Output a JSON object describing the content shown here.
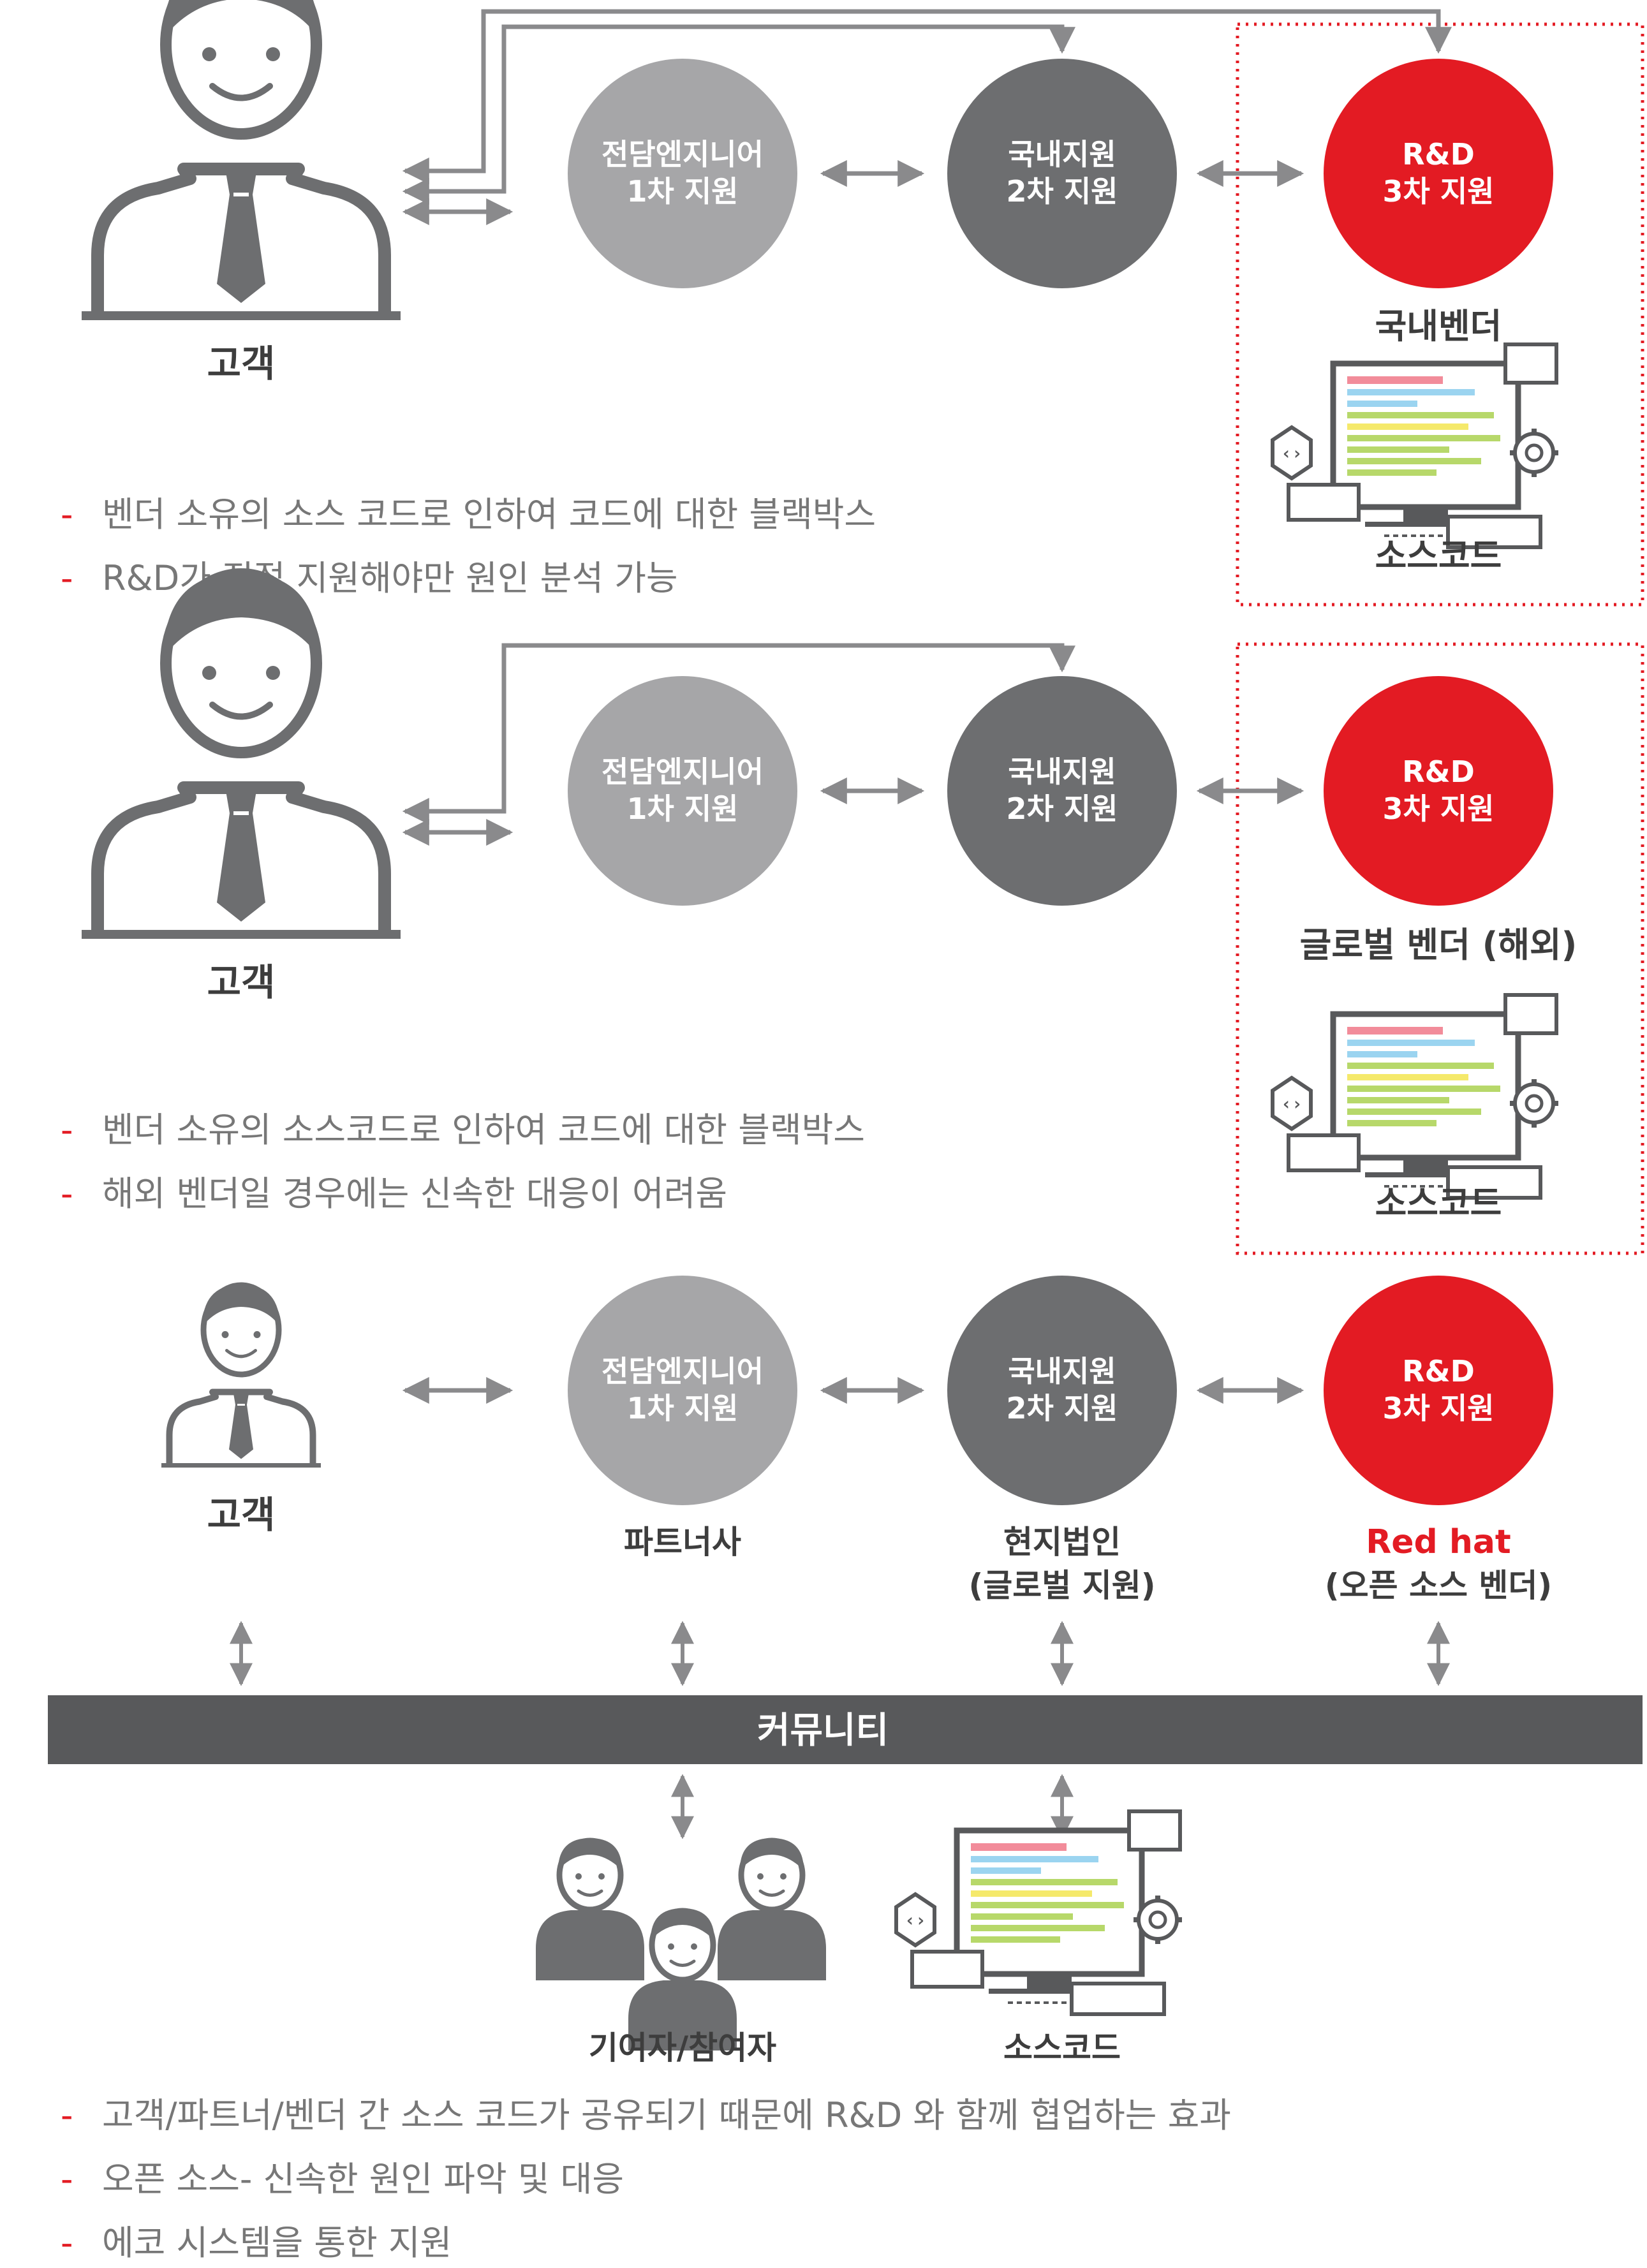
{
  "colors": {
    "gray_light": "#a6a6a8",
    "gray_dark": "#6d6e70",
    "red": "#e31b23",
    "line": "#8a8a8c",
    "bar": "#58595b",
    "person": "#6d6e70",
    "note_dash": "#e31b23",
    "note_text": "#777777"
  },
  "section1": {
    "customer_label": "고객",
    "engineer_circle": [
      "전담엔지니어",
      "1차 지원"
    ],
    "domestic_circle": [
      "국내지원",
      "2차 지원"
    ],
    "rnd_circle": [
      "R&D",
      "3차 지원"
    ],
    "vendor_label": "국내벤더",
    "source_label": "소스코드",
    "notes": [
      "벤더 소유의 소스 코드로 인하여 코드에 대한 블랙박스",
      "R&D가 직접 지원해야만 원인 분석 가능"
    ]
  },
  "section2": {
    "customer_label": "고객",
    "engineer_circle": [
      "전담엔지니어",
      "1차 지원"
    ],
    "domestic_circle": [
      "국내지원",
      "2차 지원"
    ],
    "rnd_circle": [
      "R&D",
      "3차 지원"
    ],
    "vendor_label": "글로벌 벤더 (해외)",
    "source_label": "소스코드",
    "notes": [
      "벤더 소유의 소스코드로 인하여 코드에 대한 블랙박스",
      "해외 벤더일 경우에는 신속한 대응이 어려움"
    ]
  },
  "section3": {
    "customer_label": "고객",
    "engineer_circle": [
      "전담엔지니어",
      "1차 지원"
    ],
    "domestic_circle": [
      "국내지원",
      "2차 지원"
    ],
    "rnd_circle": [
      "R&D",
      "3차 지원"
    ],
    "partner_label": "파트너사",
    "local_label": [
      "현지법인",
      "(글로벌 지원)"
    ],
    "redhat_label": "Red hat",
    "redhat_sub": "(오픈 소스 벤더)",
    "community_label": "커뮤니티",
    "contributors_label": "기여자/참여자",
    "source_label": "소스코드",
    "notes": [
      "고객/파트너/벤더 간 소스 코드가 공유되기 때문에 R&D 와 함께  협업하는 효과",
      "오픈 소스- 신속한 원인 파악 및 대응",
      "에코 시스템을 통한 지원"
    ]
  },
  "note_dash_symbol": "-",
  "icons": [
    "person-icon",
    "monitor-code-icon",
    "code-bracket-icon",
    "gear-icon",
    "speech-bubble-icon",
    "contributor-icon",
    "arrow-icon"
  ]
}
